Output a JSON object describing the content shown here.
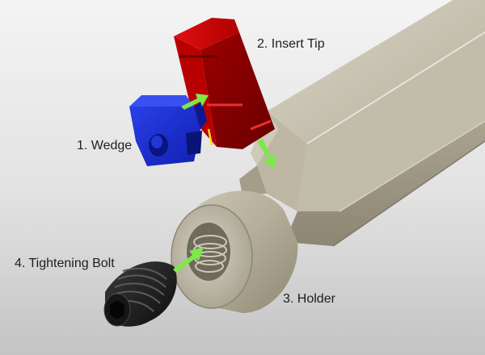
{
  "title": "",
  "labels": {
    "wedge": "1. Wedge",
    "insert_tip": "2. Insert Tip",
    "holder": "3. Holder",
    "bolt": "4. Tightening Bolt"
  },
  "colors": {
    "wedge": "#1a2fd6",
    "insert_tip": "#c80000",
    "holder": "#b9b3a0",
    "bolt": "#1a1a1a",
    "arrow": "#7de84a",
    "background_top": "#f2f2f2",
    "background_bottom": "#c9c9c9"
  }
}
